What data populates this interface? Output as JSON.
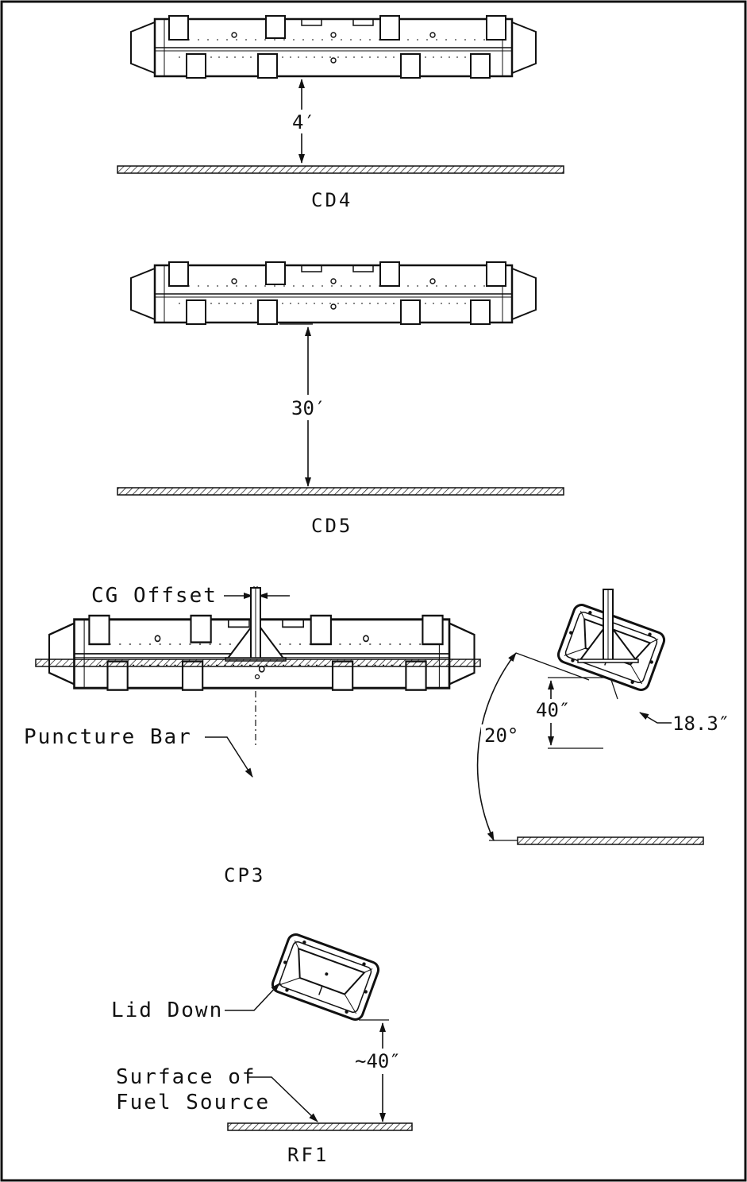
{
  "cd4": {
    "caption": "CD4",
    "drop_height": "4′"
  },
  "cd5": {
    "caption": "CD5",
    "drop_height": "30′"
  },
  "cp3": {
    "caption": "CP3",
    "cg_offset_label": "CG Offset",
    "puncture_bar_label": "Puncture Bar",
    "height_label": "40″",
    "angle_label": "20°",
    "offset_label": "18.3″"
  },
  "rf1": {
    "caption": "RF1",
    "lid_down_label": "Lid Down",
    "surface_label_line1": "Surface of",
    "surface_label_line2": "Fuel Source",
    "height_label": "~40″"
  },
  "colors": {
    "line": "#111111",
    "background": "#ffffff"
  }
}
